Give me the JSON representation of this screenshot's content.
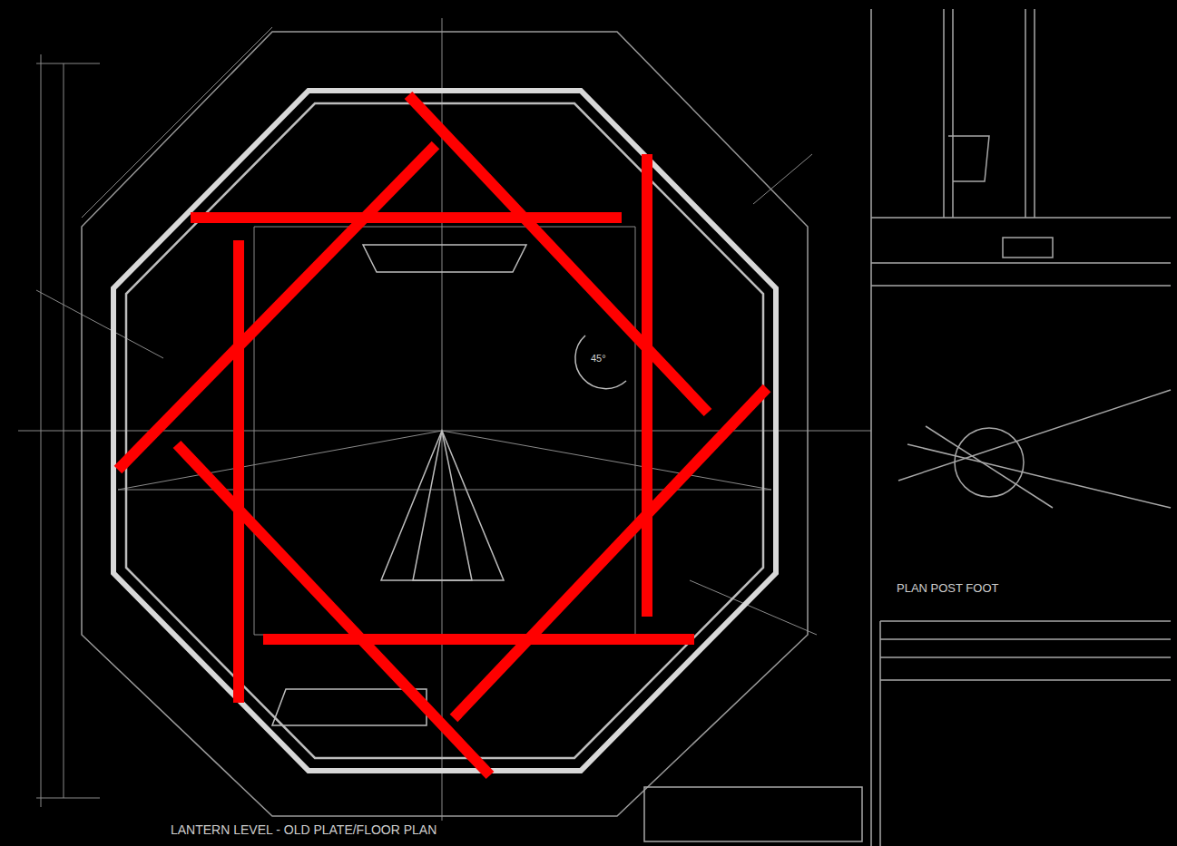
{
  "diagram": {
    "labels": [
      "LANTERN LEVEL - OLD PLATE/FLOOR PLAN",
      "PLAN POST FOOT",
      "45°"
    ]
  }
}
